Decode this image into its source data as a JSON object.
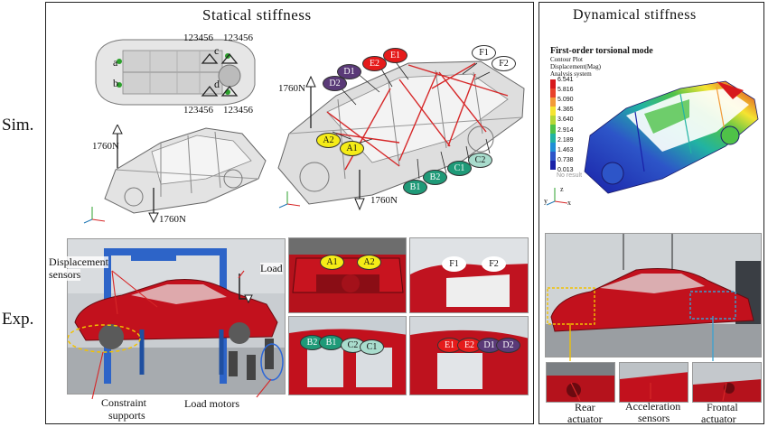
{
  "titles": {
    "statical": "Statical stiffness",
    "dynamical": "Dynamical stiffness"
  },
  "row_labels": {
    "sim": "Sim.",
    "exp": "Exp."
  },
  "sim_static": {
    "support_numbers": [
      "123456",
      "123456",
      "123456",
      "123456"
    ],
    "support_points": [
      "a",
      "b",
      "c",
      "d"
    ],
    "loads": [
      "1760N",
      "1760N",
      "1760N",
      "1760N"
    ],
    "point_labels": {
      "E1": "E1",
      "E2": "E2",
      "D1": "D1",
      "D2": "D2",
      "A1": "A1",
      "A2": "A2",
      "F1": "F1",
      "F2": "F2",
      "B1": "B1",
      "B2": "B2",
      "C1": "C1",
      "C2": "C2"
    }
  },
  "contour": {
    "title": "First-order torsional mode",
    "sub1": "Contour Plot",
    "sub2": "Displacement(Mag)",
    "sub3": "Analysis system",
    "values": [
      "6.541",
      "5.816",
      "5.090",
      "4.365",
      "3.640",
      "2.914",
      "2.189",
      "1.463",
      "0.738",
      "0.013"
    ],
    "no_result": "No result",
    "colors": [
      "#d7191c",
      "#e8412a",
      "#f29a37",
      "#f5e431",
      "#b5d735",
      "#4fc248",
      "#21b3a3",
      "#1f8fd6",
      "#2d55c8",
      "#1a22a8"
    ]
  },
  "exp_static": {
    "displacement_sensors": [
      "Displacement",
      "sensors"
    ],
    "load": "Load",
    "constraint_supports": [
      "Constraint",
      "supports"
    ],
    "load_motors": "Load motors",
    "inset_labels": {
      "A1": "A1",
      "A2": "A2",
      "F1": "F1",
      "F2": "F2",
      "B2": "B2",
      "B1": "B1",
      "C2": "C2",
      "C1": "C1",
      "E1": "E1",
      "E2": "E2",
      "D1": "D1",
      "D2": "D2"
    }
  },
  "exp_dynamic": {
    "rear_actuator": [
      "Rear",
      "actuator"
    ],
    "acceleration_sensors": [
      "Acceleration",
      "sensors"
    ],
    "frontal_actuator": [
      "Frontal",
      "actuator"
    ]
  },
  "axis_letters": {
    "z": "z",
    "y": "y",
    "x": "x"
  }
}
